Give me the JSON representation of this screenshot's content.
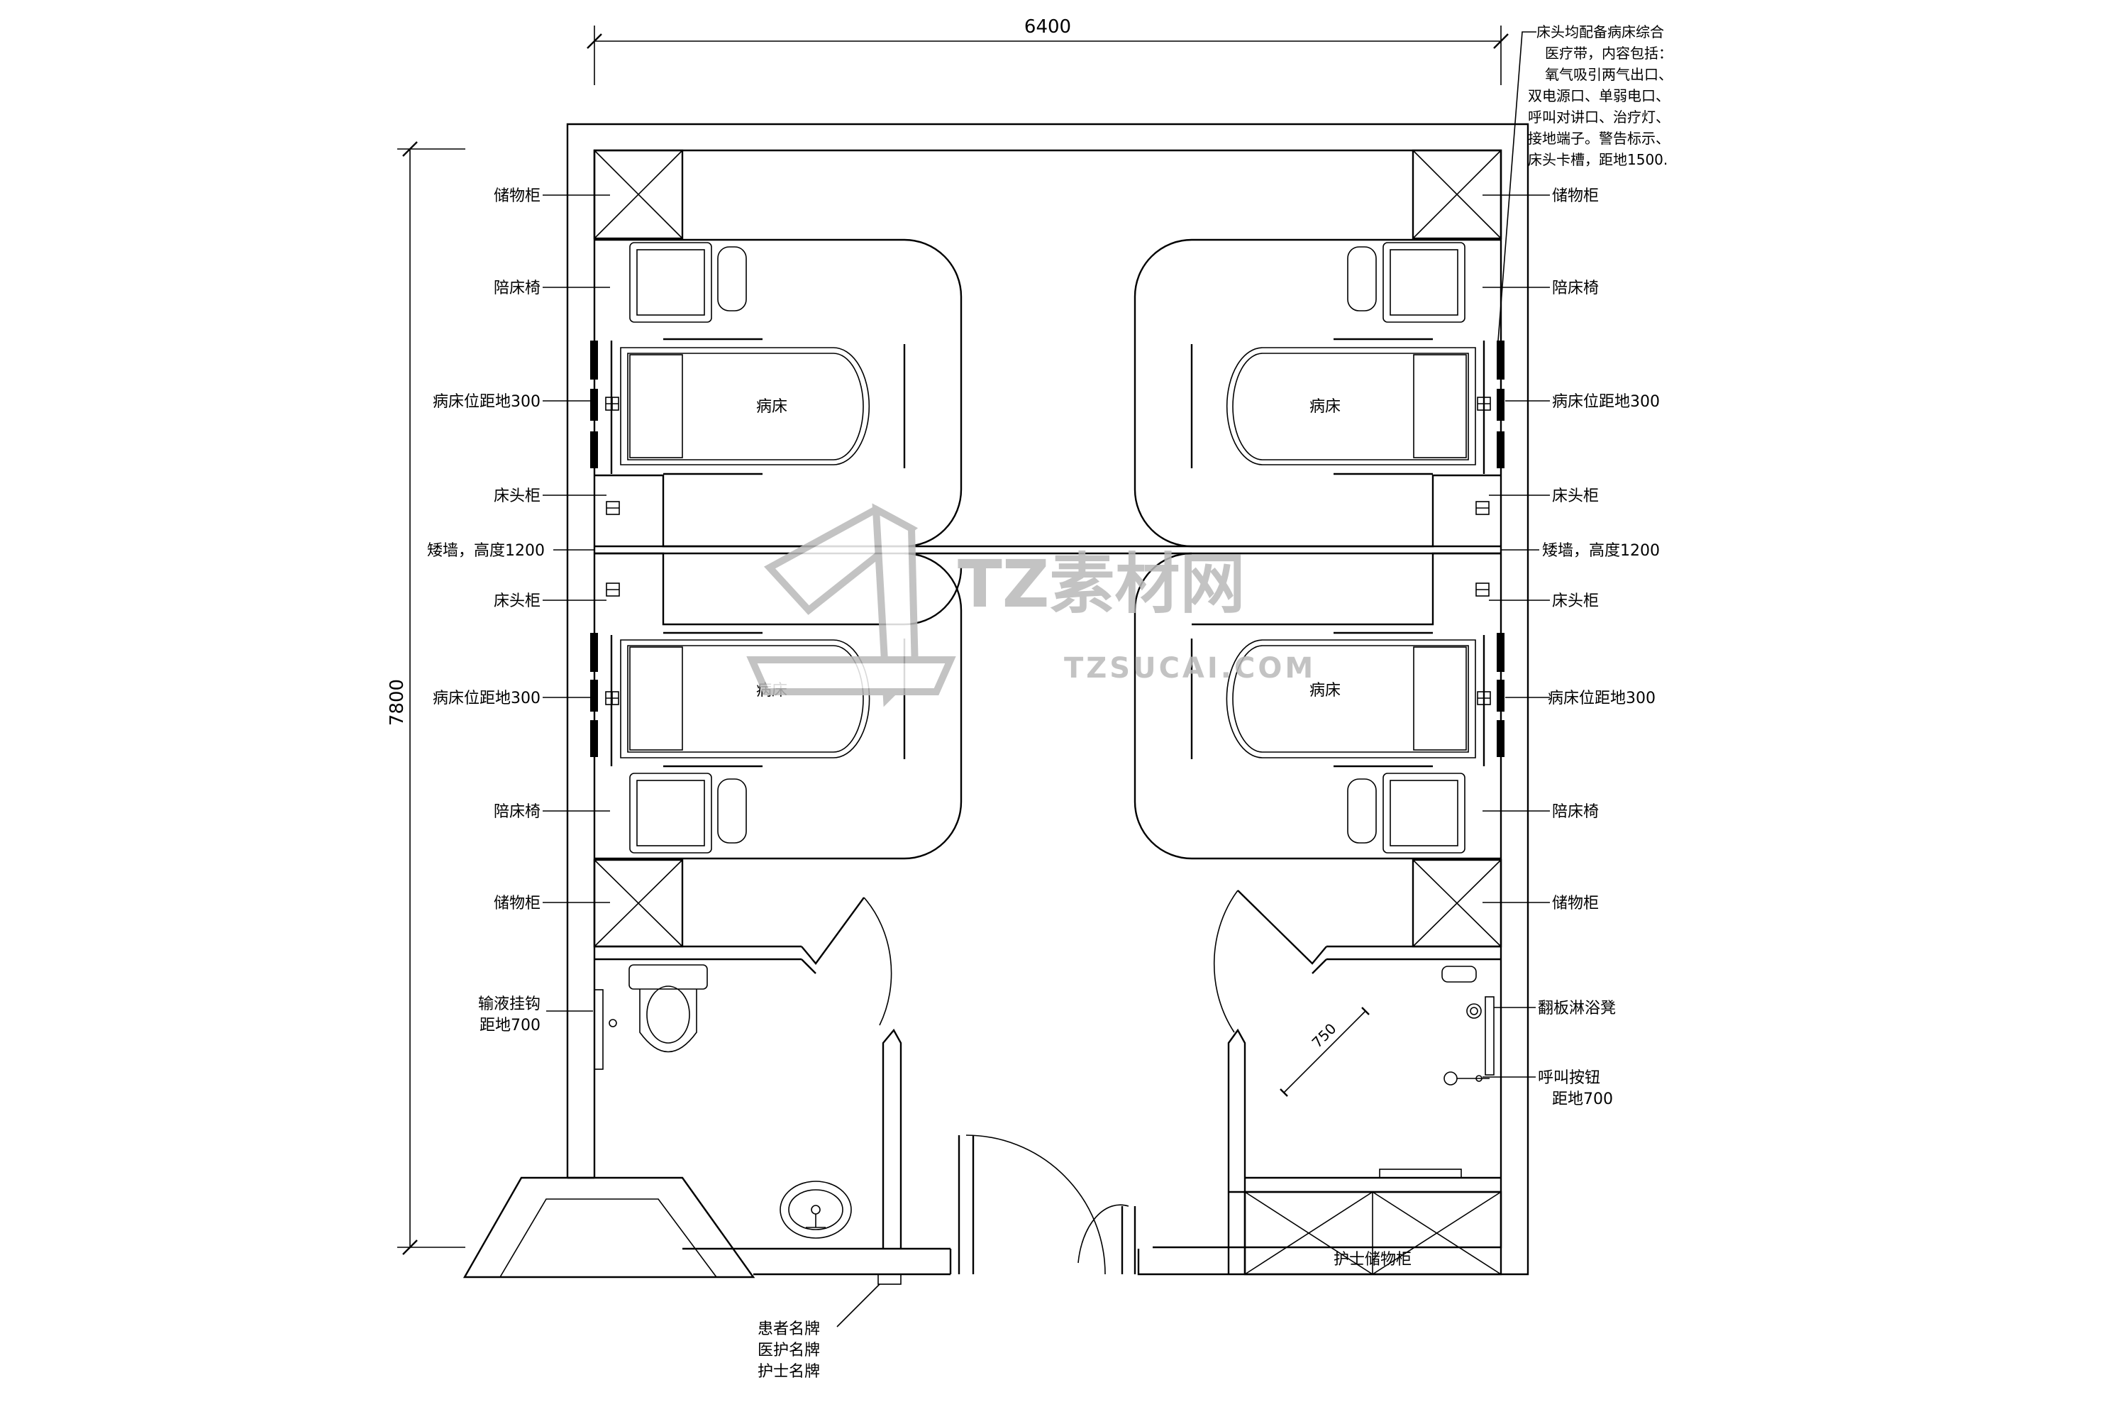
{
  "dimensions": {
    "width": "6400",
    "height": "7800",
    "clearance": "750"
  },
  "labels": {
    "storage": "储物柜",
    "chair": "陪床椅",
    "bed_height": "病床位距地300",
    "bed": "病床",
    "nightstand": "床头柜",
    "low_wall": "矮墙，高度1200",
    "iv_hook_line1": "输液挂钩",
    "iv_hook_line2": "距地700",
    "shower_stool": "翻板淋浴凳",
    "call_button_line1": "呼叫按钮",
    "call_button_line2": "距地700",
    "nurse_storage": "护士储物柜",
    "nameplates": [
      "患者名牌",
      "医护名牌",
      "护士名牌"
    ]
  },
  "note_lines": [
    "床头均配备病床综合",
    "医疗带，内容包括：",
    "氧气吸引两气出口、",
    "双电源口、单弱电口、",
    "呼叫对讲口、治疗灯、",
    "接地端子。警告标示、",
    "床头卡槽，距地1500."
  ],
  "watermark": {
    "main": "TZ素材网",
    "sub": "TZSUCAI.COM"
  }
}
